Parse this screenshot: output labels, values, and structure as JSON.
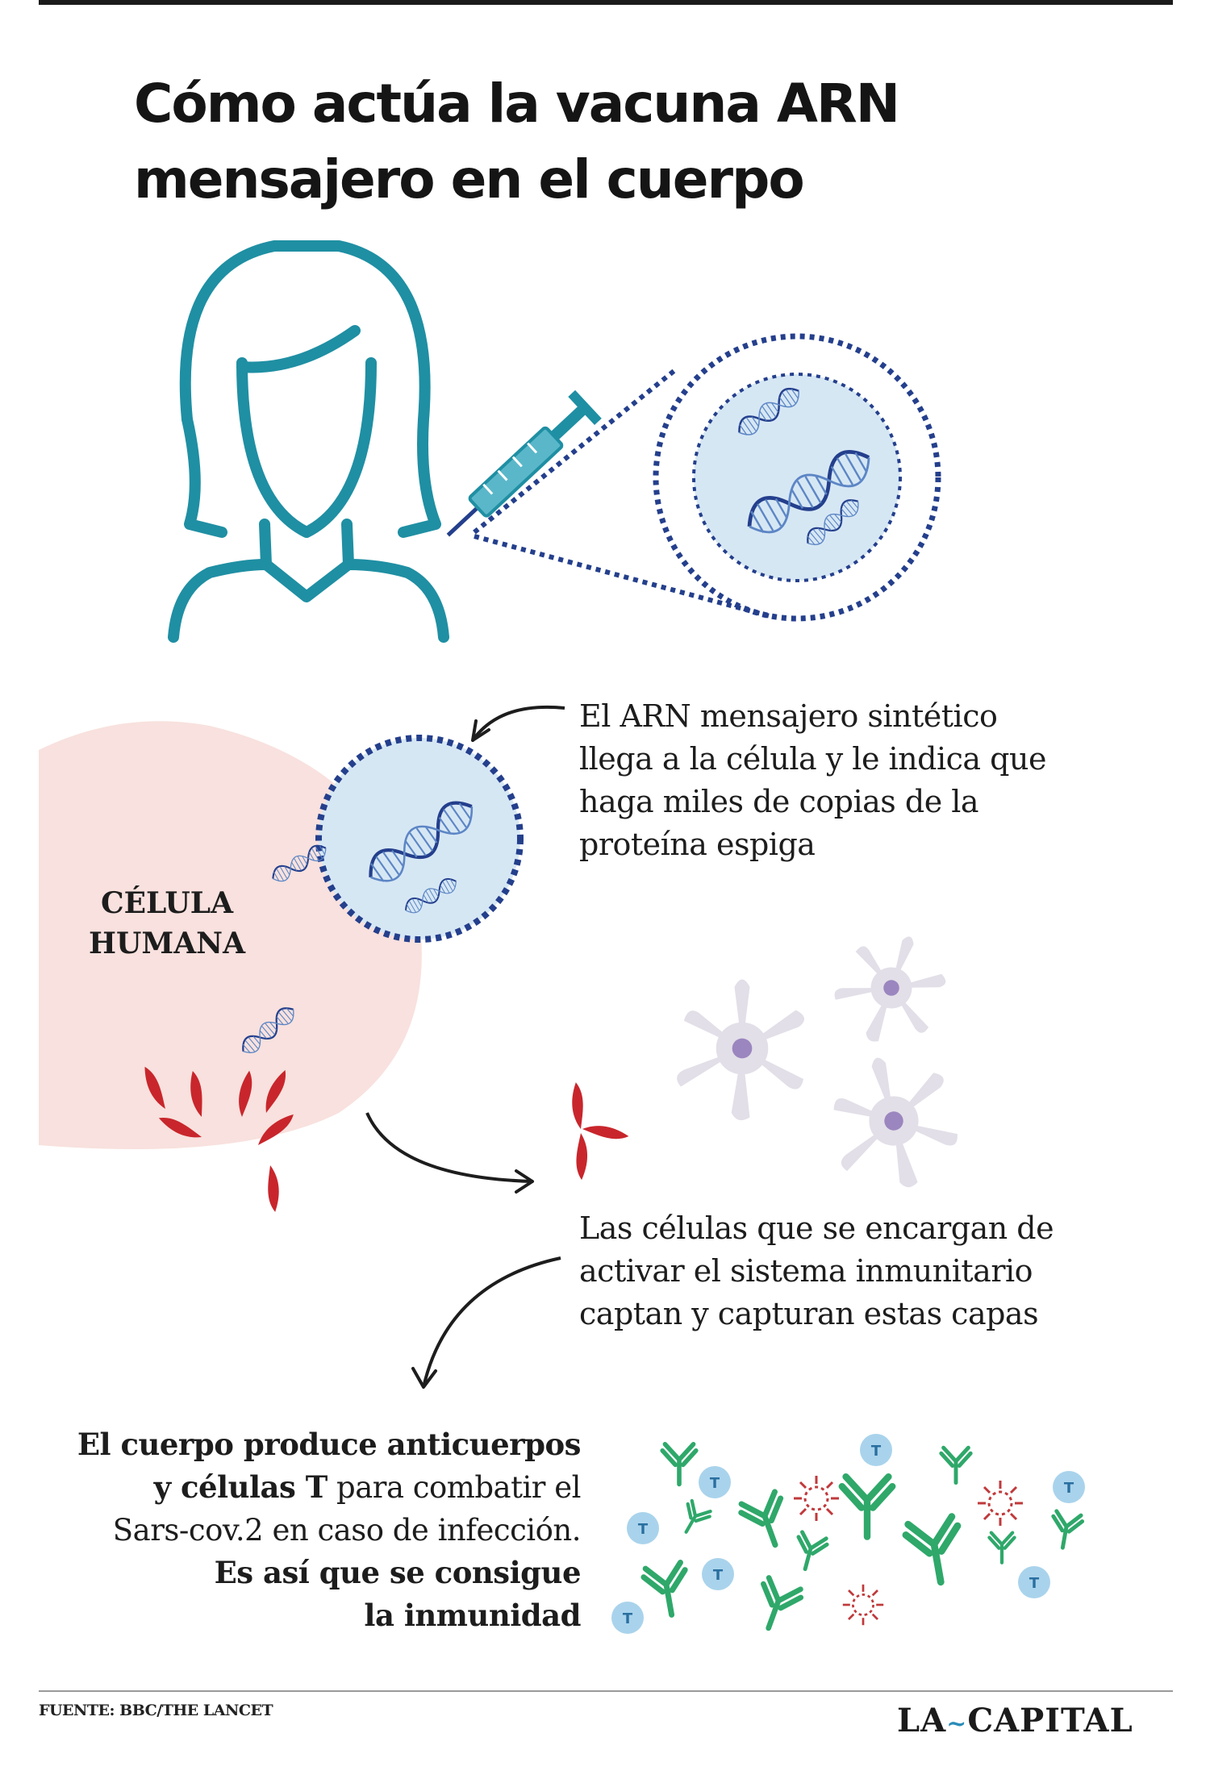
{
  "title": {
    "line1": "Cómo actúa la vacuna ARN",
    "line2": "mensajero en el cuerpo"
  },
  "step1": {
    "lines": [
      "El ARN mensajero sintético",
      "llega a la célula y le indica que",
      "haga miles de copias de la",
      "proteína espiga"
    ]
  },
  "cell_label": {
    "line1": "CÉLULA",
    "line2": "HUMANA"
  },
  "step2": {
    "lines": [
      "Las células que se encargan de",
      "activar el sistema inmunitario",
      "captan y capturan estas  capas"
    ]
  },
  "result": {
    "line1_bold": "El cuerpo produce anticuerpos",
    "line2_bold": "y células T",
    "line2_rest": " para combatir el",
    "line3": "Sars-cov.2 en caso de infección.",
    "line4_bold": "Es así que se consigue",
    "line5_bold": "la inmunidad"
  },
  "t_cell_letter": "T",
  "footer": {
    "source": "FUENTE: BBC/THE LANCET",
    "logo_left": "LA",
    "logo_right": "CAPITAL"
  },
  "icons": [
    "person-icon",
    "syringe-icon",
    "mrna-icon",
    "arrow-icon",
    "spike-protein-icon",
    "immune-cell-icon",
    "antibody-icon",
    "t-cell-icon",
    "virus-icon"
  ],
  "colors": {
    "teal": "#1f8fa3",
    "navy": "#243f8c",
    "cell_pink": "#f8e1de",
    "capsule_blue": "#d6e7f4",
    "spike_red": "#c8262c",
    "immune_lilac": "#e2dfe8",
    "nucleus_purple": "#9b86bf",
    "antibody_green": "#2fa86a",
    "tcell_blue": "#a9d3ec",
    "virus_red": "#c0393b"
  }
}
